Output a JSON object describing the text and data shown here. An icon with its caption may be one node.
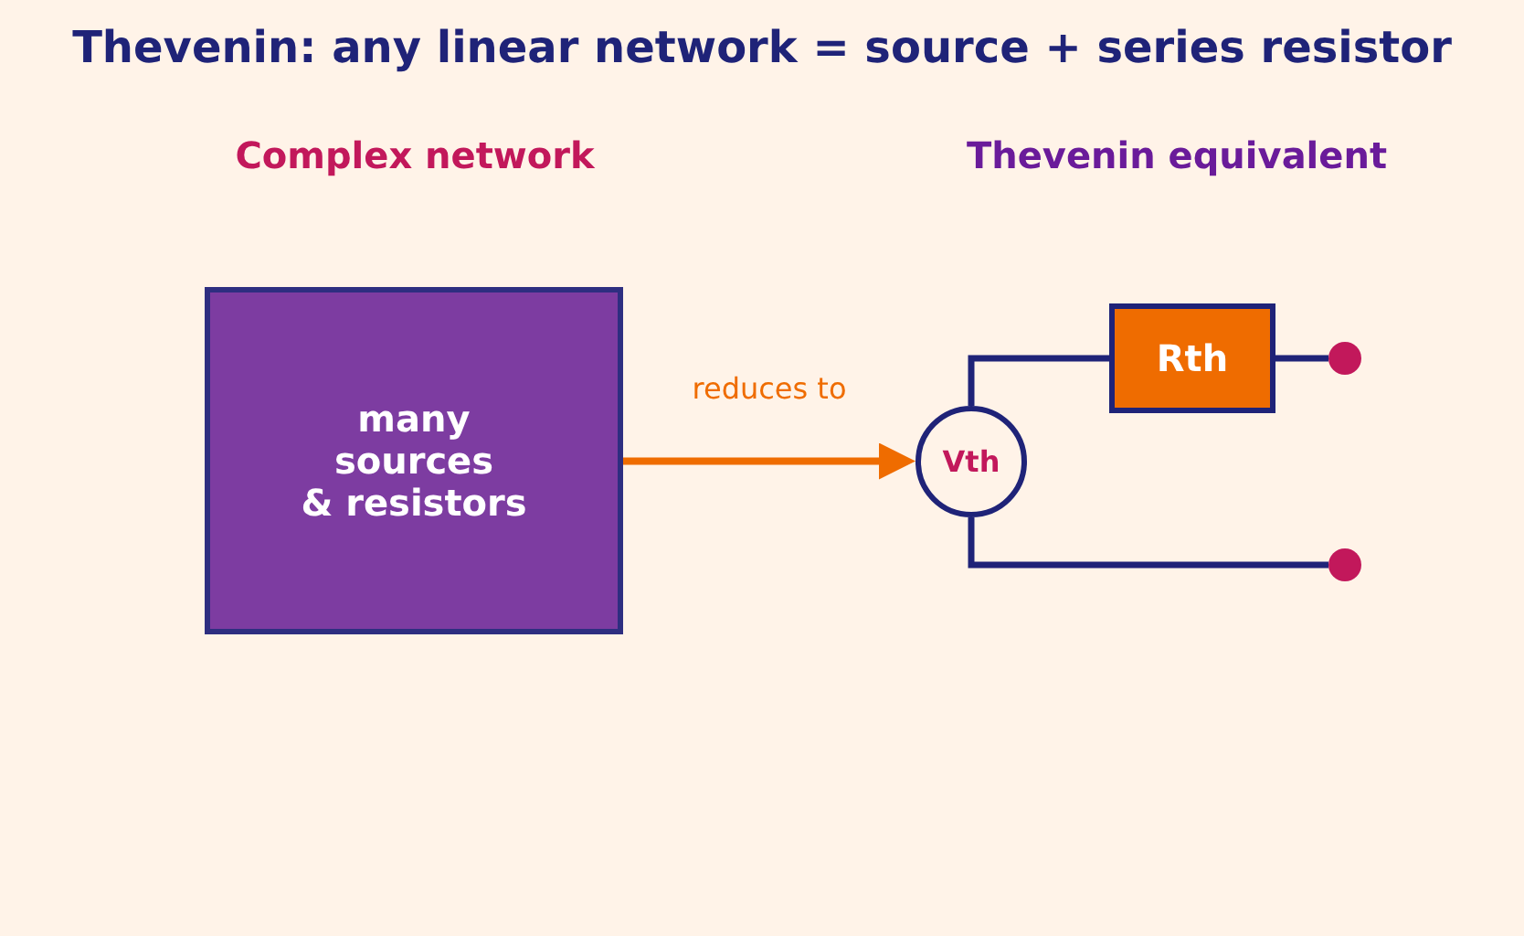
{
  "diagram": {
    "title": "Thevenin: any linear network = source + series resistor",
    "nodes": [
      {
        "text": [
          "many sources & resistors"
        ]
      },
      {
        "text": [
          "Vth"
        ]
      },
      {
        "text": [
          "Rth"
        ]
      },
      {
        "text": [],
        "shape": "circle"
      },
      {
        "text": [],
        "shape": "circle"
      }
    ],
    "edges": [
      {
        "from": 0,
        "to": 1,
        "arrow": "to",
        "label": "reduces to",
        "color": "#ef6c00"
      },
      {
        "from": 1,
        "to": 2,
        "arrow": "none"
      },
      {
        "from": 2,
        "to": 3,
        "arrow": "none"
      },
      {
        "from": 1,
        "to": 4,
        "arrow": "none"
      }
    ],
    "labels": [
      "Complex network",
      "Thevenin equivalent"
    ]
  }
}
